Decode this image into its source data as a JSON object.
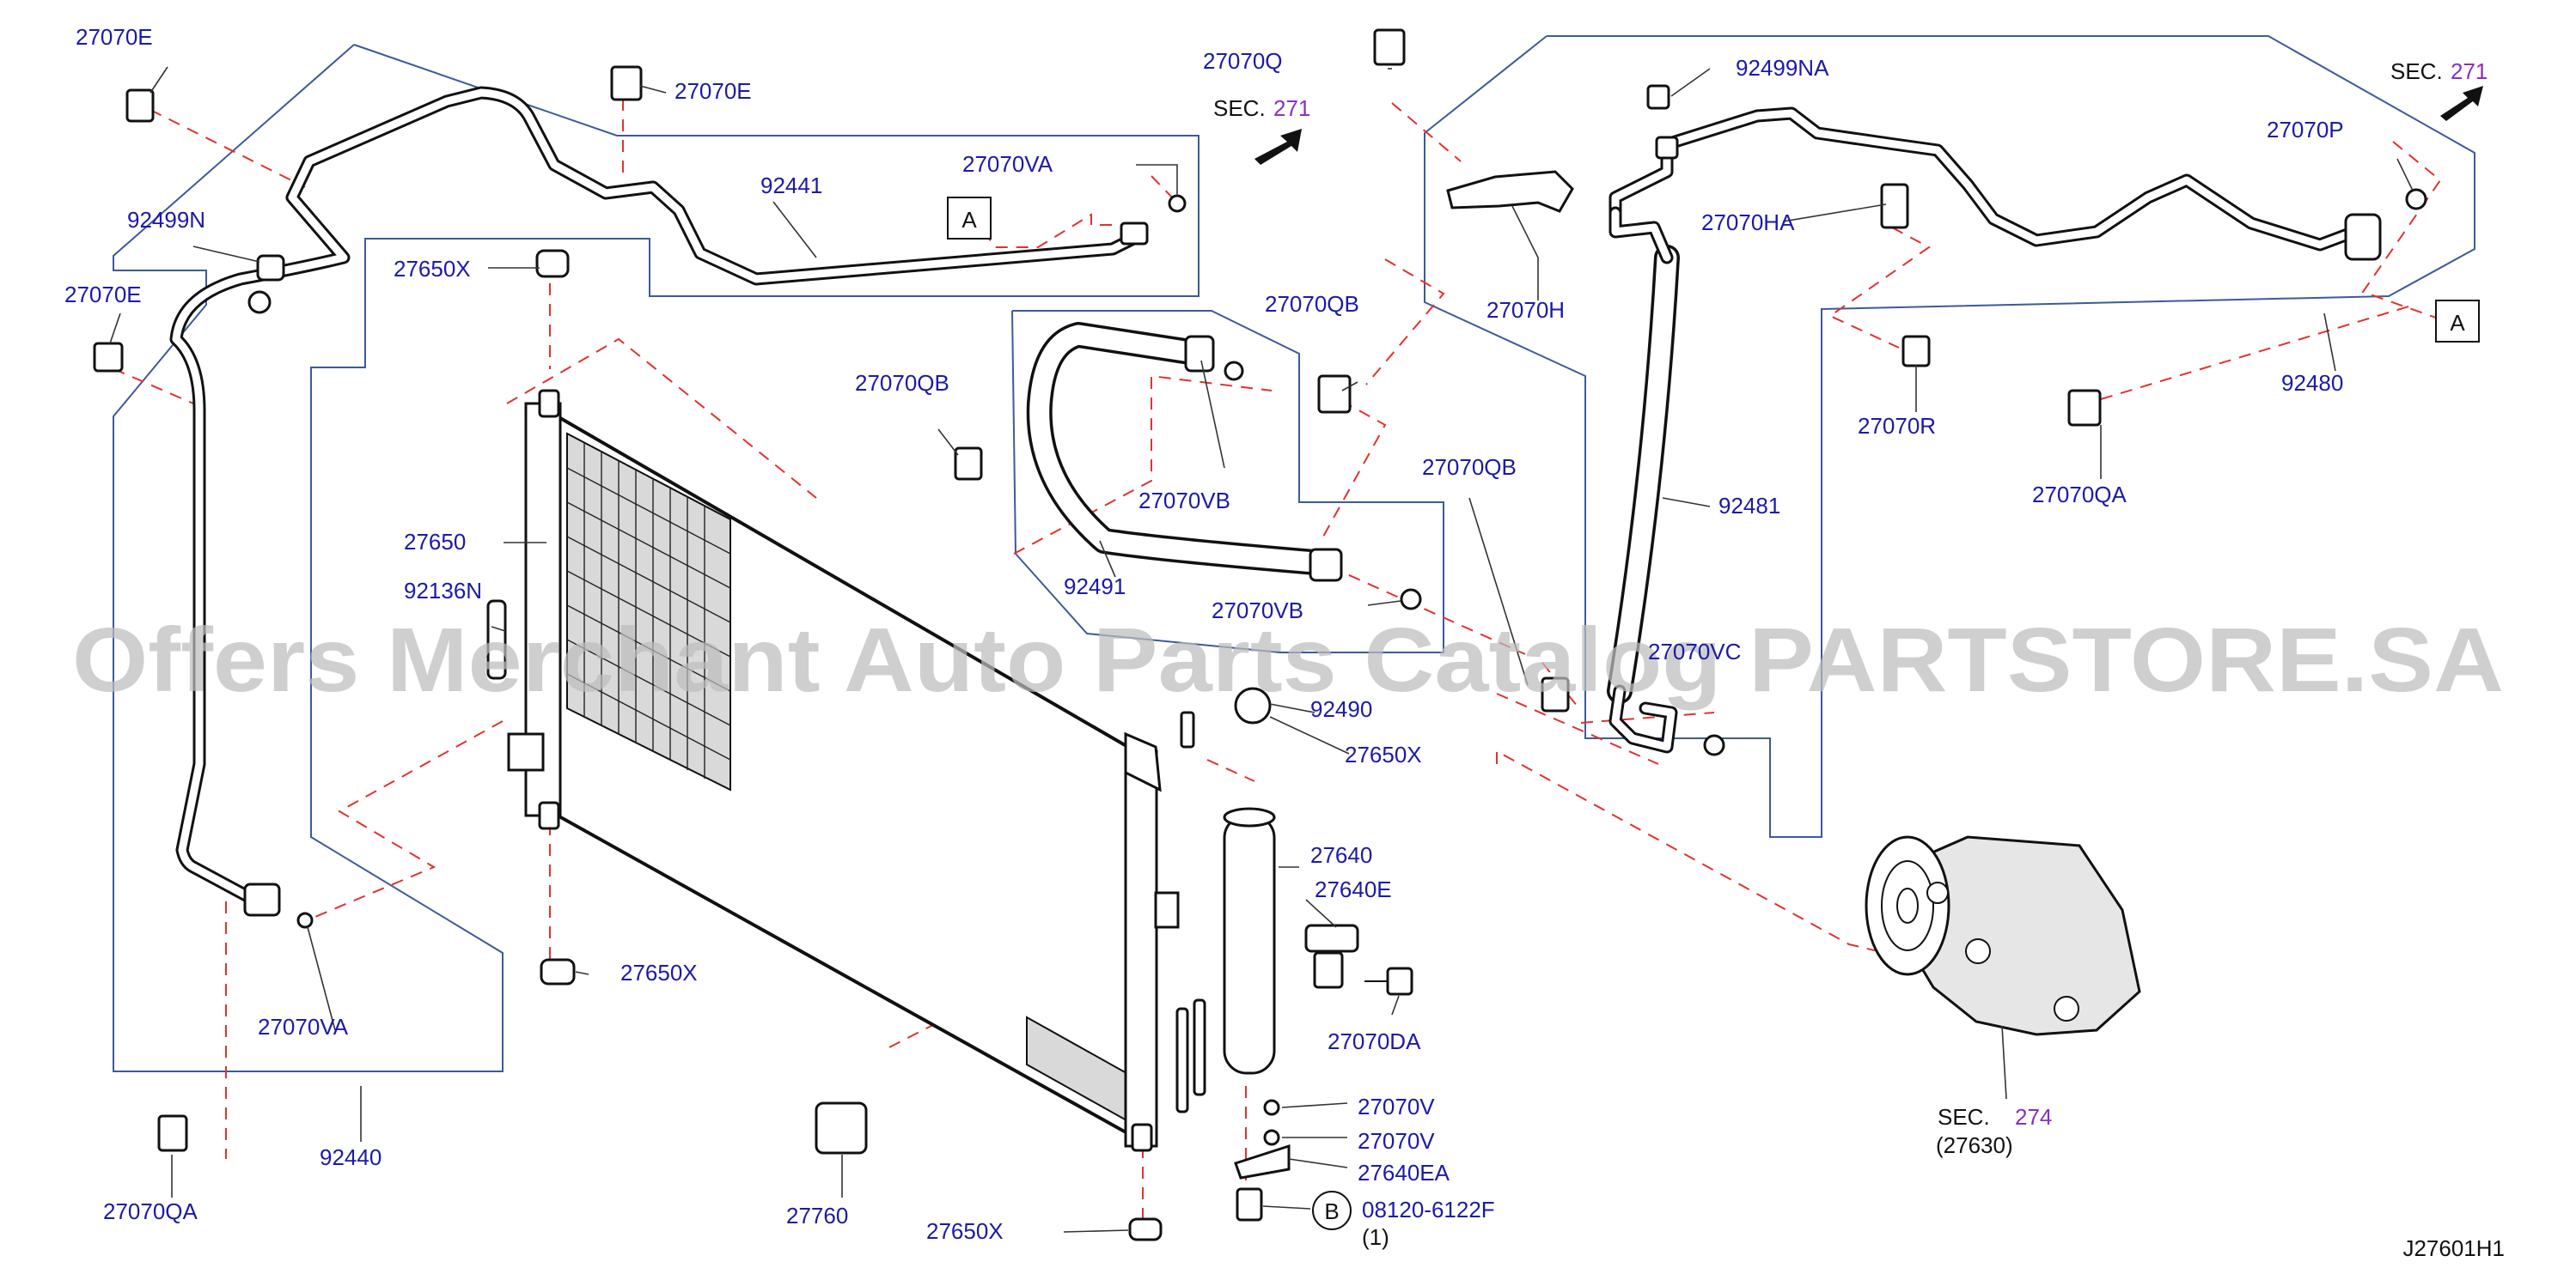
{
  "watermark": "Offers Merchant Auto Parts Catalog PARTSTORE.SA",
  "diagram_code": "J27601H1",
  "callouts": {
    "a": "A",
    "b": "B"
  },
  "refs": {
    "sec_label": "SEC.",
    "sec_271": "271",
    "sec_274": "274",
    "sec_274_sub": "(27630)",
    "qty": "(1)"
  },
  "parts": {
    "p27070E_1": "27070E",
    "p27070E_2": "27070E",
    "p27070E_3": "27070E",
    "p92499N": "92499N",
    "p92441": "92441",
    "p27070VA_1": "27070VA",
    "p27070VA_2": "27070VA",
    "p27650X_1": "27650X",
    "p27650X_2": "27650X",
    "p27650X_3": "27650X",
    "p27650X_4": "27650X",
    "p27650": "27650",
    "p92136N": "92136N",
    "p92440": "92440",
    "p27070QA_1": "27070QA",
    "p27070QA_2": "27070QA",
    "p27760": "27760",
    "p27070QB_1": "27070QB",
    "p27070QB_2": "27070QB",
    "p27070QB_3": "27070QB",
    "p27070VB_1": "27070VB",
    "p27070VB_2": "27070VB",
    "p92491": "92491",
    "p92490": "92490",
    "p27640": "27640",
    "p27640E": "27640E",
    "p27070DA": "27070DA",
    "p27070V_1": "27070V",
    "p27070V_2": "27070V",
    "p27640EA": "27640EA",
    "p08120": "08120-6122F",
    "p27070Q": "27070Q",
    "p92499NA": "92499NA",
    "p27070HA": "27070HA",
    "p27070H": "27070H",
    "p27070P": "27070P",
    "p92480": "92480",
    "p27070R": "27070R",
    "p92481": "92481",
    "p27070VC": "27070VC"
  }
}
